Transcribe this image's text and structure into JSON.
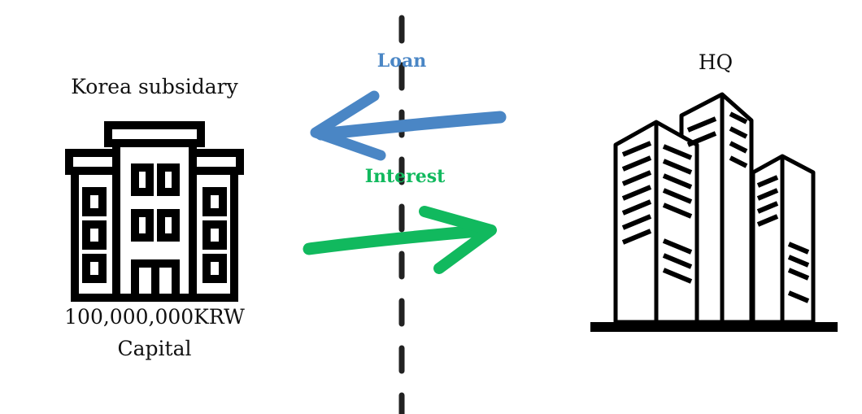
{
  "subsidiary": {
    "title": "Korea subsidary",
    "capital_amount": "100,000,000KRW",
    "capital_label": "Capital"
  },
  "hq": {
    "title": "HQ"
  },
  "flows": {
    "loan": {
      "label": "Loan",
      "color": "#4a86c5"
    },
    "interest": {
      "label": "Interest",
      "color": "#11b95e"
    }
  },
  "icons": {
    "subsidiary": "office-building-icon",
    "hq": "skyscrapers-icon"
  }
}
